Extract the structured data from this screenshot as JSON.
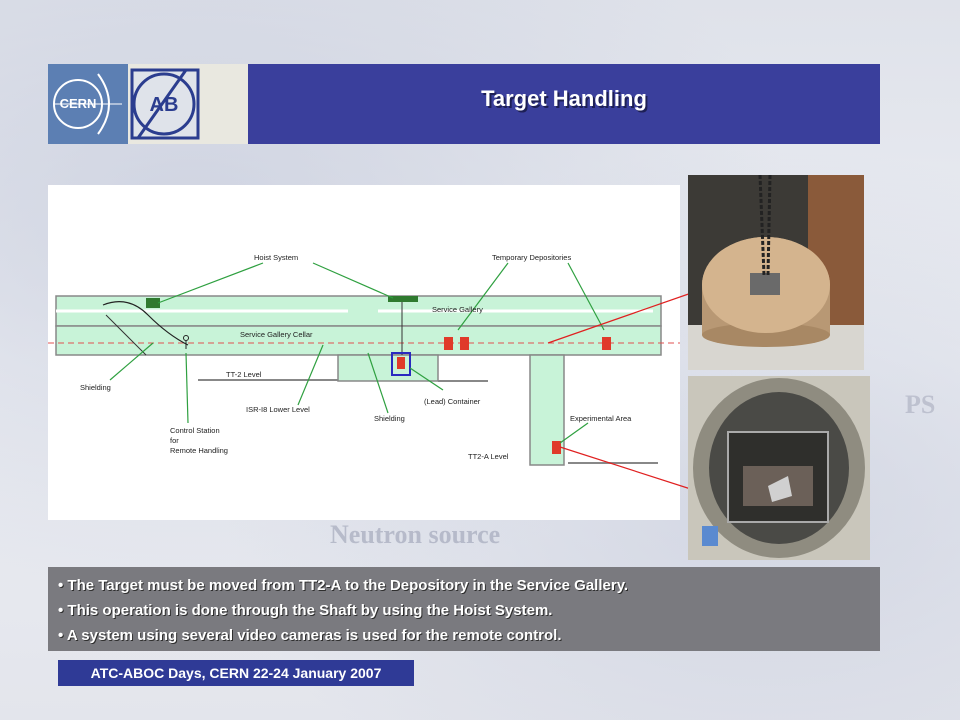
{
  "header": {
    "title": "Target Handling",
    "logo_left_text": "CERN",
    "logo_right_text": "AB"
  },
  "background": {
    "watermark_text": "Neutron source",
    "watermark_text_2": "PS"
  },
  "diagram": {
    "labels": {
      "hoist_system": "Hoist System",
      "temporary_depositories": "Temporary Depositories",
      "service_gallery": "Service Gallery",
      "service_gallery_cellar": "Service Gallery Cellar",
      "tt2_level": "TT-2 Level",
      "isr_lower_level": "ISR-I8 Lower Level",
      "shielding_left": "Shielding",
      "shielding_mid": "Shielding",
      "lead_container": "(Lead) Container",
      "experimental_area": "Experimental Area",
      "tt2a_level": "TT2-A Level",
      "control_station_1": "Control Station",
      "control_station_2": "for",
      "control_station_3": "Remote Handling"
    }
  },
  "info": {
    "lines": [
      "• The Target must be moved from TT2-A to the Depository in the Service Gallery.",
      "• This operation is done through the Shaft  by using the Hoist System.",
      "• A system using several video cameras is used for the remote control."
    ]
  },
  "footer": {
    "text": "ATC-ABOC Days, CERN 22-24 January 2007"
  },
  "colors": {
    "header_bg": "#3a3f9c",
    "tunnel_fill": "#c8f3d8",
    "arrow_green": "#2fa040",
    "arrow_red": "#e02020",
    "container_red": "#e03a2a",
    "info_bg": "#7a7a7f",
    "footer_bg": "#2f3a96"
  }
}
